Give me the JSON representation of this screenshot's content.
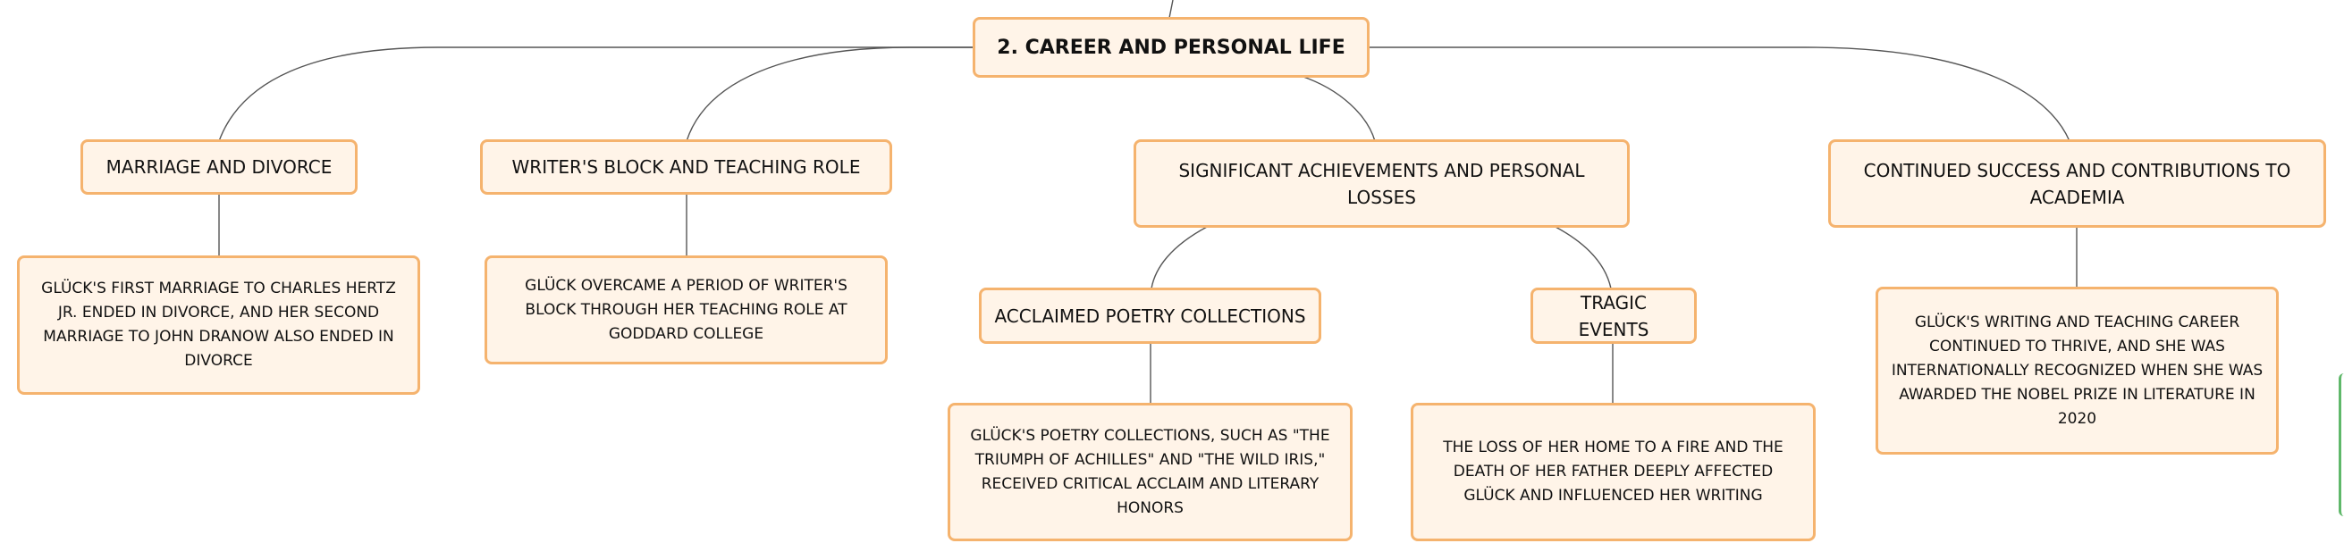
{
  "root": {
    "title": "2. CAREER AND PERSONAL LIFE"
  },
  "topics": [
    {
      "label": "MARRIAGE AND DIVORCE",
      "details": [
        "GLÜCK'S FIRST MARRIAGE TO CHARLES HERTZ JR. ENDED IN DIVORCE, AND HER SECOND MARRIAGE TO JOHN DRANOW ALSO ENDED IN DIVORCE"
      ]
    },
    {
      "label": "WRITER'S BLOCK AND TEACHING ROLE",
      "details": [
        "GLÜCK OVERCAME A PERIOD OF WRITER'S BLOCK THROUGH HER TEACHING ROLE AT GODDARD COLLEGE"
      ]
    },
    {
      "label": "SIGNIFICANT ACHIEVEMENTS AND PERSONAL LOSSES",
      "subtopics": [
        {
          "label": "ACCLAIMED POETRY COLLECTIONS",
          "detail": "GLÜCK'S POETRY COLLECTIONS, SUCH AS \"THE TRIUMPH OF ACHILLES\" AND \"THE WILD IRIS,\" RECEIVED CRITICAL ACCLAIM AND LITERARY HONORS"
        },
        {
          "label": "TRAGIC EVENTS",
          "detail": "THE LOSS OF HER HOME TO A FIRE AND THE DEATH OF HER FATHER DEEPLY AFFECTED GLÜCK AND INFLUENCED HER WRITING"
        }
      ]
    },
    {
      "label": "CONTINUED SUCCESS AND CONTRIBUTIONS TO ACADEMIA",
      "details": [
        "GLÜCK'S WRITING AND TEACHING CAREER CONTINUED TO THRIVE, AND SHE WAS INTERNATIONALLY RECOGNIZED WHEN SHE WAS AWARDED THE NOBEL PRIZE IN LITERATURE IN 2020"
      ]
    }
  ],
  "colors": {
    "node_fill": "#fff4e8",
    "node_border": "#f5b36e",
    "connector": "#555555",
    "edge_accent": "#5fb86a"
  }
}
